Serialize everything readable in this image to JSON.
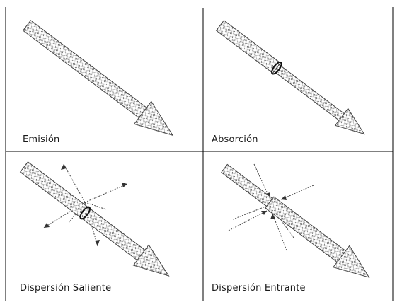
{
  "panels": [
    {
      "label": "Emisión"
    },
    {
      "label": "Absorción"
    },
    {
      "label": "Dispersión Saliente"
    },
    {
      "label": "Dispersión Entrante"
    }
  ]
}
